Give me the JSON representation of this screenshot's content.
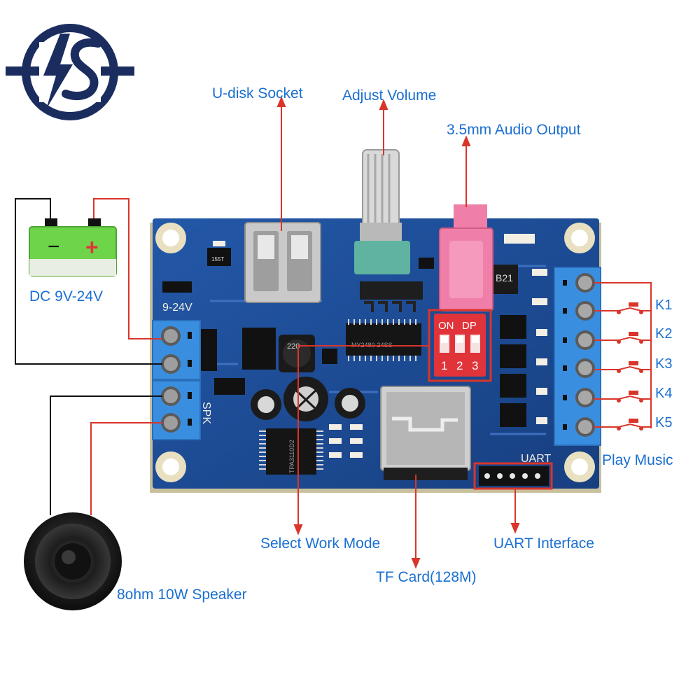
{
  "labels": {
    "usb": "U-disk Socket",
    "volume": "Adjust Volume",
    "audio_out": "3.5mm Audio Output",
    "power": "DC 9V-24V",
    "play_music": "Play Music",
    "work_mode": "Select Work Mode",
    "uart": "UART Interface",
    "tf_card": "TF Card(128M)",
    "speaker": "8ohm 10W Speaker"
  },
  "buttons": [
    "K1",
    "K2",
    "K3",
    "K4",
    "K5"
  ],
  "board": {
    "power_silk": "9-24V",
    "spk_silk": "SPK",
    "uart_silk": "UART",
    "dip_on": "ON",
    "dip_dp": "DP",
    "dip_numbers": [
      "1",
      "2",
      "3"
    ],
    "chip_amp": "TPA3110D2",
    "chip_main": "MY2480-24SS",
    "cap": "220",
    "ic_b21": "B21",
    "smd_155t": "155T"
  },
  "battery_signs": {
    "minus": "−",
    "plus": "+"
  },
  "colors": {
    "label": "#1a6fd1",
    "leader": "#d9352a",
    "board": "#1d4e9a",
    "terminal": "#3a8ee0",
    "battery": "#6ed44a",
    "dip": "#e0343a",
    "jack": "#ef7fa8",
    "logo": "#1a2d5e"
  }
}
